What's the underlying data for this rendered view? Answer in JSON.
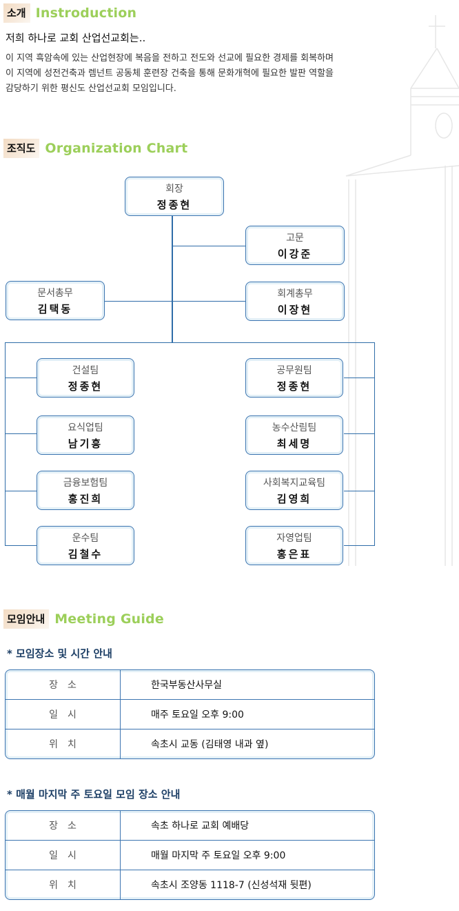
{
  "intro": {
    "badge": "소개",
    "english": "Instroduction",
    "title": "저희 하나로 교회 산업선교회는..",
    "body": [
      "이 지역 흑암속에 있는 산업현장에 복음을 전하고 전도와 선교에 필요한 경제를 회복하며",
      "이 지역에 성전건축과 렘넌트 공동체 훈련장 건축을 통해 문화개혁에 필요한 발판 역할을",
      "감당하기 위한 평신도 산업선교회 모임입니다."
    ]
  },
  "org": {
    "badge": "조직도",
    "english": "Organization Chart",
    "top": {
      "role": "회장",
      "name": "정종현"
    },
    "advisor": {
      "role": "고문",
      "name": "이강준"
    },
    "secretary": {
      "role": "문서총무",
      "name": "김택동"
    },
    "treasurer": {
      "role": "회계총무",
      "name": "이장현"
    },
    "left": [
      {
        "role": "건설팀",
        "name": "정종현"
      },
      {
        "role": "요식업팀",
        "name": "남기흥"
      },
      {
        "role": "금융보험팀",
        "name": "홍진희"
      },
      {
        "role": "운수팀",
        "name": "김철수"
      }
    ],
    "right": [
      {
        "role": "공무원팀",
        "name": "정종현"
      },
      {
        "role": "농수산림팀",
        "name": "최세명"
      },
      {
        "role": "사회복지교육팀",
        "name": "김영희"
      },
      {
        "role": "자영업팀",
        "name": "홍은표"
      }
    ]
  },
  "meeting": {
    "badge": "모임안내",
    "english": "Meeting Guide",
    "tables": [
      {
        "title": "* 모임장소 및 시간 안내",
        "rows": [
          {
            "k": "장소",
            "v": "한국부동산사무실"
          },
          {
            "k": "일시",
            "v": "매주 토요일 오후 9:00"
          },
          {
            "k": "위치",
            "v": "속초시 교동 (김태영 내과 옆)"
          }
        ]
      },
      {
        "title": "* 매월 마지막 주 토요일 모임 장소 안내",
        "rows": [
          {
            "k": "장소",
            "v": "속초 하나로 교회 예배당"
          },
          {
            "k": "일시",
            "v": "매월 마지막 주 토요일 오후 9:00"
          },
          {
            "k": "위치",
            "v": "속초시 조양동 1118-7 (신성석재 뒷편)"
          }
        ]
      }
    ]
  },
  "colors": {
    "accent": "#2e6ca8",
    "english_heading": "#9ccf5a"
  }
}
